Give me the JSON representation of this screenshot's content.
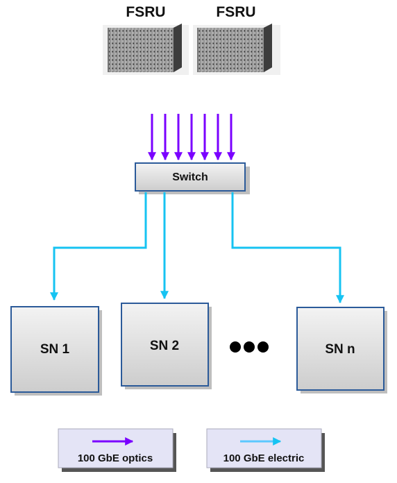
{
  "servers": [
    {
      "label": "FSRU",
      "icon": "rack-server-icon"
    },
    {
      "label": "FSRU",
      "icon": "rack-server-icon"
    }
  ],
  "switch": {
    "label": "Switch"
  },
  "nodes": [
    {
      "label": "SN 1"
    },
    {
      "label": "SN 2"
    },
    {
      "label": "SN n"
    }
  ],
  "ellipsis_icon": "ellipsis-dots-icon",
  "legend": [
    {
      "label": "100 GbE optics",
      "color": "#7a00ff"
    },
    {
      "label": "100 GbE electric",
      "color": "#5bc8ff"
    }
  ],
  "colors": {
    "optics": "#7a00ff",
    "electric": "#16c3f2",
    "box_border": "#2b5a99",
    "box_fill_top": "#f2f2f2",
    "box_fill_bottom": "#cfcfcf",
    "legend_fill": "#e4e4f6"
  }
}
